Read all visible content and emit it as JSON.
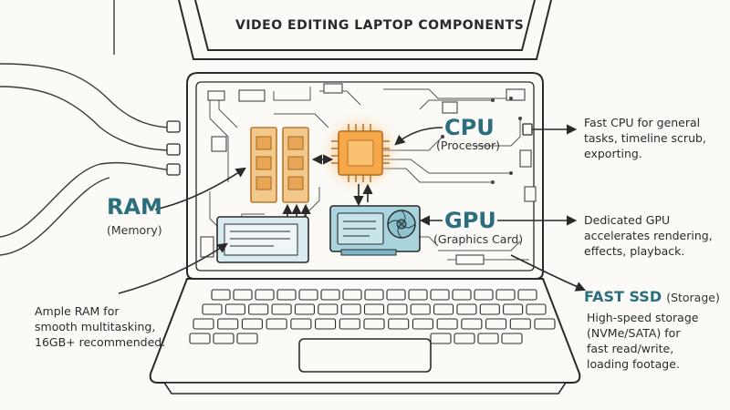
{
  "title": "VIDEO EDITING LAPTOP COMPONENTS",
  "components": {
    "cpu": {
      "name": "CPU",
      "subtitle": "(Processor)",
      "description": [
        "Fast CPU for general",
        "tasks, timeline scrub,",
        "exporting."
      ]
    },
    "gpu": {
      "name": "GPU",
      "subtitle": "(Graphics Card)",
      "description": [
        "Dedicated GPU",
        "accelerates rendering,",
        "effects, playback."
      ]
    },
    "ram": {
      "name": "RAM",
      "subtitle": "(Memory)",
      "description": [
        "Ample RAM for",
        "smooth multitasking,",
        "16GB+ recommended."
      ]
    },
    "ssd": {
      "name": "FAST SSD",
      "subtitle": "(Storage)",
      "description": [
        "High-speed storage",
        "(NVMe/SATA) for",
        "fast read/write,",
        "loading footage."
      ]
    }
  },
  "colors": {
    "label_accent": "#2b6f7e",
    "cpu_glow": "#f6a13a",
    "ram_fill": "#f3c98b",
    "gpu_fill": "#a9d3dd",
    "ssd_fill": "#d8ebf0",
    "line": "#2a2a2a"
  }
}
